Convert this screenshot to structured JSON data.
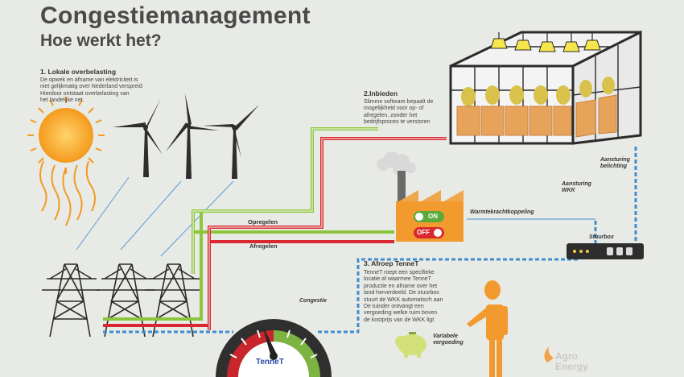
{
  "header": {
    "title": "Congestiemanagement",
    "subtitle": "Hoe werkt het?"
  },
  "step1": {
    "heading": "1. Lokale overbelasting",
    "body": [
      "De opwek en afname van elektriciteit is",
      "niet gelijkmatig over Nederland verspreid",
      "Hierdoor ontstaat overbelasting van",
      "het landelijke net."
    ]
  },
  "step2": {
    "heading": "2.Inbieden",
    "body": [
      "Slimme software bepaalt de",
      "mogelijkheid voor op- of",
      "afregelen, zonder het",
      "bedrijfsproces te verstoren"
    ]
  },
  "step3": {
    "heading": "3. Afroep TenneT",
    "body": [
      "TenneT roept een specifieke",
      "locatie af waarmee TenneT",
      "productie en afname over het",
      "land herverdeeld. De stuurbox",
      "stuurt de WKK automatisch aan",
      "De tuinder ontvangt een",
      "vergoeding welke ruim boven",
      "de kostprijs van de WKK ligt"
    ]
  },
  "labels": {
    "opregelen": "Opregelen",
    "afregelen": "Afregelen",
    "wkk": "Warmtekrachtkoppeling",
    "aansturing_belichting": [
      "Aansturing",
      "belichting"
    ],
    "aansturing_wkk": [
      "Aansturing",
      "WKK"
    ],
    "stuurbox": "Stuurbox",
    "congestie": "Congestie",
    "vergoeding": [
      "Variabele",
      "vergoeding"
    ],
    "on": "ON",
    "off": "OFF",
    "tennet": "TenneT",
    "brand": [
      "Agro",
      "Energy"
    ]
  },
  "colors": {
    "green_line": "#8cc63e",
    "red_line": "#d9282f",
    "blue_dash": "#3f8fd0",
    "orange": "#f29a2e",
    "gauge_red": "#c8262d",
    "gauge_green": "#7cb342"
  }
}
